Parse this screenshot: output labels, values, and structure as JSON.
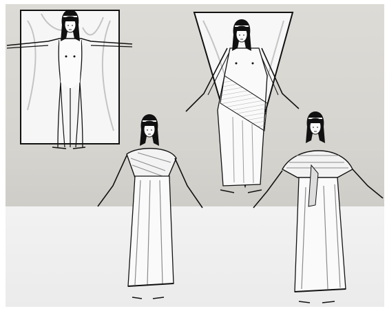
{
  "scene": {
    "colors": {
      "wall": "#dcdad5",
      "floor": "#efefef",
      "ink": "#111111",
      "cloth": "#f7f7f7",
      "shade": "#b9b9b9"
    },
    "figures": [
      {
        "name": "figure-unclothed",
        "garment": "rectangular-cloth-behind"
      },
      {
        "name": "figure-triangle-wrap",
        "garment": "triangular-cloth-wrapping"
      },
      {
        "name": "figure-wrapped-dress",
        "garment": "shawl-wrapped-dress"
      },
      {
        "name": "figure-knotted-dress",
        "garment": "shawl-knotted-dress"
      }
    ]
  }
}
